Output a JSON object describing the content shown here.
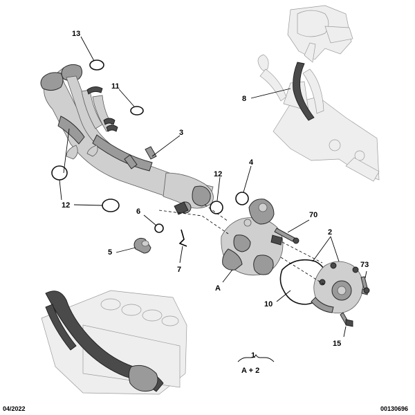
{
  "callouts": {
    "c1": "1",
    "c2": "2",
    "c3": "3",
    "c4": "4",
    "c5": "5",
    "c6": "6",
    "c7": "7",
    "c8": "8",
    "c10": "10",
    "c11": "11",
    "c12a": "12",
    "c12b": "12",
    "c13": "13",
    "c15": "15",
    "c70": "70",
    "c73": "73",
    "cA": "A",
    "sub_1": "A + 2"
  },
  "footer": {
    "date": "04/2022",
    "ref": "00130696"
  }
}
